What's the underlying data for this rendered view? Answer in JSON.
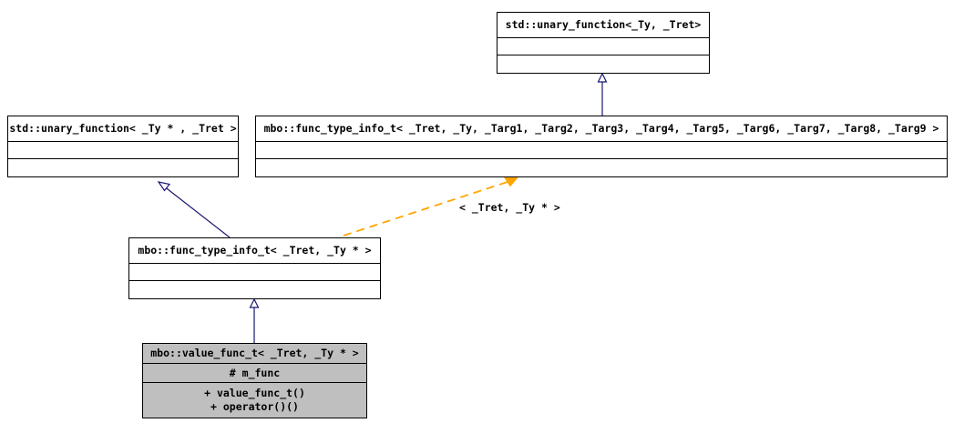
{
  "diagram": {
    "kind": "uml-class-inheritance-diagram",
    "background": "#ffffff",
    "line_color": "#191970",
    "template_edge_color": "#ffa500",
    "node_fill_default": "#ffffff",
    "node_fill_highlight": "#bfbfbf",
    "nodes": [
      {
        "id": "std-unary-function-ty-tret",
        "title": "std::unary_function<_Ty, _Tret>",
        "attributes": [],
        "operations": [],
        "highlighted": false
      },
      {
        "id": "std-unary-function-typtr-tret",
        "title": "std::unary_function< _Ty * , _Tret >",
        "attributes": [],
        "operations": [],
        "highlighted": false
      },
      {
        "id": "mbo-func-type-info-t-full",
        "title": "mbo::func_type_info_t< _Tret, _Ty, _Targ1, _Targ2, _Targ3, _Targ4, _Targ5, _Targ6, _Targ7, _Targ8, _Targ9 >",
        "attributes": [],
        "operations": [],
        "highlighted": false
      },
      {
        "id": "mbo-func-type-info-t-typtr",
        "title": "mbo::func_type_info_t< _Tret, _Ty * >",
        "attributes": [],
        "operations": [],
        "highlighted": false
      },
      {
        "id": "mbo-value-func-t",
        "title": "mbo::value_func_t< _Tret, _Ty * >",
        "attributes": [
          "# m_func"
        ],
        "operations": [
          "+ value_func_t()",
          "+ operator()()"
        ],
        "highlighted": true
      }
    ],
    "edges": [
      {
        "id": "edge-generalization-full-to-top",
        "from": "mbo-func-type-info-t-full",
        "to": "std-unary-function-ty-tret",
        "style": "solid",
        "arrow": "hollow-triangle",
        "label": ""
      },
      {
        "id": "edge-generalization-mid-to-left",
        "from": "mbo-func-type-info-t-typtr",
        "to": "std-unary-function-typtr-tret",
        "style": "solid",
        "arrow": "hollow-triangle",
        "label": ""
      },
      {
        "id": "edge-template-binding-mid-to-full",
        "from": "mbo-func-type-info-t-typtr",
        "to": "mbo-func-type-info-t-full",
        "style": "dashed",
        "arrow": "filled-arrow",
        "label": "< _Tret, _Ty * >"
      },
      {
        "id": "edge-generalization-bottom-to-mid",
        "from": "mbo-value-func-t",
        "to": "mbo-func-type-info-t-typtr",
        "style": "solid",
        "arrow": "hollow-triangle",
        "label": ""
      }
    ]
  }
}
